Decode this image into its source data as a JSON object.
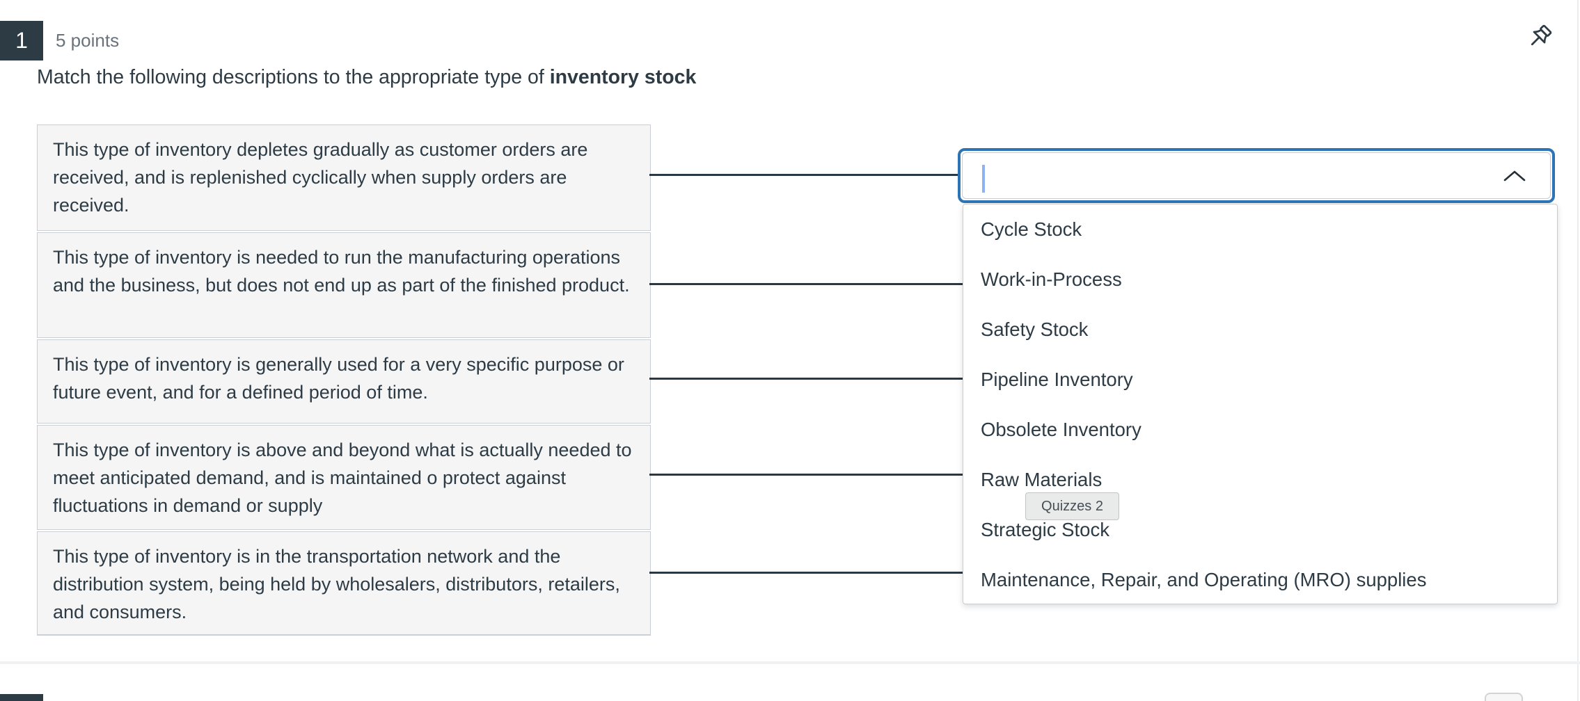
{
  "question": {
    "number": "1",
    "points_label": "5 points",
    "prompt_prefix": "Match the following descriptions to the appropriate type of ",
    "prompt_bold": "inventory stock",
    "descriptions": [
      "This type of inventory depletes gradually as customer orders are received, and is replenished cyclically when supply orders are received.",
      "This type of inventory is needed to run the manufacturing operations and the business, but does not end up as part of the finished product.",
      "This type of inventory is generally used for a very specific purpose or future event, and for a defined period of time.",
      "This type of inventory is above and beyond what is actually needed to meet anticipated demand, and is maintained o protect against fluctuations in demand or supply",
      "This type of inventory is in the transportation network and the distribution system, being held by wholesalers, distributors, retailers, and consumers."
    ],
    "dropdown": {
      "input_value": "",
      "options": [
        "Cycle Stock",
        "Work-in-Process",
        "Safety Stock",
        "Pipeline Inventory",
        "Obsolete Inventory",
        "Raw Materials",
        "Strategic Stock",
        "Maintenance, Repair, and Operating (MRO) supplies"
      ]
    }
  },
  "overlay": {
    "quizzes_badge_label": "Quizzes 2"
  },
  "icons": {
    "pin": "pushpin-icon",
    "chevron": "chevron-up-icon"
  },
  "colors": {
    "ink": "#2D3B45",
    "muted_text": "#6A737B",
    "box_background": "#F5F5F6",
    "box_border": "#C9CFD4",
    "connector_line": "#2A3844",
    "focus_ring_blue": "#2D74B5",
    "text_cursor_blue": "#8FB3F2",
    "list_border": "#C7CDD1",
    "badge_background": "#E9EAEA"
  }
}
